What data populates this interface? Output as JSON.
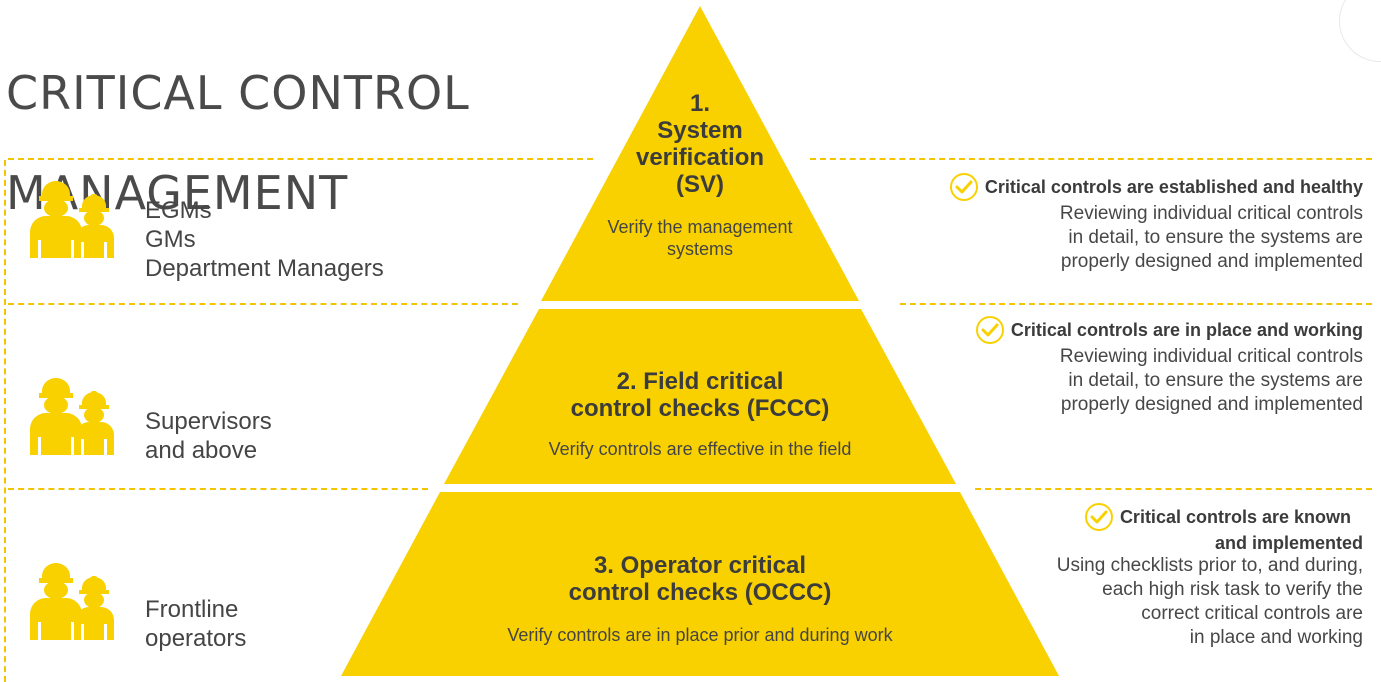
{
  "title": [
    "CRITICAL CONTROL",
    "MANAGEMENT"
  ],
  "colors": {
    "accent": "#f9d100",
    "text": "#3c3c3c",
    "dash": "#f2c500"
  },
  "levels": [
    {
      "roles": [
        "EGMs",
        "GMs",
        "Department Managers"
      ],
      "icon": "workers-hardhat-icon",
      "pyramid_title": [
        "1.",
        "System",
        "verification",
        "(SV)"
      ],
      "pyramid_sub": [
        "Verify the management",
        "systems"
      ],
      "note_title": "Critical controls are established and healthy",
      "note_title_lines": [
        "Critical controls are established and healthy"
      ],
      "note_body": [
        "Reviewing individual critical controls",
        "in detail, to ensure the systems are",
        "properly designed and implemented"
      ]
    },
    {
      "roles": [
        "Supervisors",
        "and above"
      ],
      "icon": "workers-hardhat-icon",
      "pyramid_title": [
        "2. Field critical",
        "control checks (FCCC)"
      ],
      "pyramid_sub": [
        "Verify controls are effective in the field"
      ],
      "note_title_lines": [
        "Critical controls are in place and working"
      ],
      "note_body": [
        "Reviewing individual critical controls",
        "in detail, to ensure the systems are",
        "properly designed and implemented"
      ]
    },
    {
      "roles": [
        "Frontline",
        "operators"
      ],
      "icon": "workers-hardhat-icon",
      "pyramid_title": [
        "3. Operator critical",
        "control checks (OCCC)"
      ],
      "pyramid_sub": [
        "Verify controls are in place prior and during work"
      ],
      "note_title_lines": [
        "Critical controls are known",
        "and implemented"
      ],
      "note_body": [
        "Using checklists prior to, and during,",
        "each high risk task to verify the",
        "correct critical controls are",
        "in place and working"
      ]
    }
  ]
}
